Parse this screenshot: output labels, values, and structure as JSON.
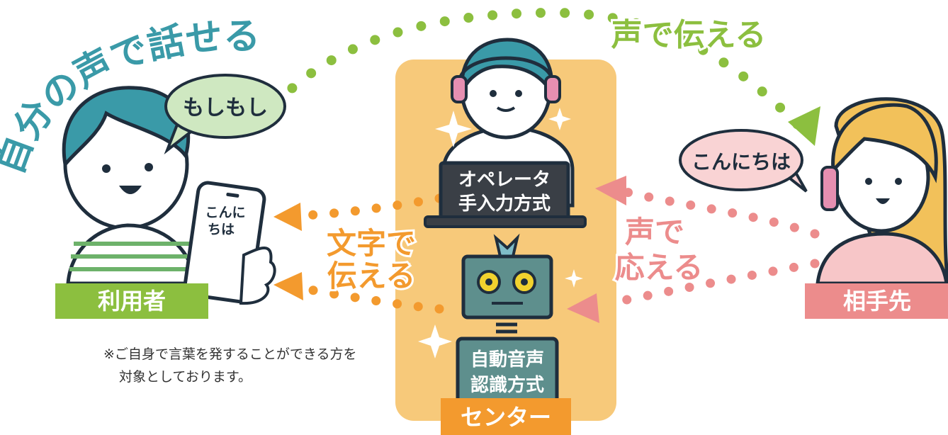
{
  "headline": "自分の声で話せる！",
  "speech": {
    "user": "もしもし",
    "partner": "こんにちは",
    "phone_screen_1": "こんに",
    "phone_screen_2": "ちは"
  },
  "arrows": {
    "voice_to_partner": "声で伝える",
    "text_to_user_1": "文字で",
    "text_to_user_2": "伝える",
    "voice_reply_1": "声で",
    "voice_reply_2": "応える"
  },
  "center": {
    "operator_1": "オペレータ",
    "operator_2": "手入力方式",
    "auto_1": "自動音声",
    "auto_2": "認識方式",
    "label": "センター"
  },
  "labels": {
    "user": "利用者",
    "partner": "相手先"
  },
  "note": {
    "line1": "※ご自身で言葉を発することができる方を",
    "line2": "対象としております。"
  },
  "colors": {
    "green": "#8cbf3f",
    "orange": "#f39a2e",
    "pink": "#ec8c8c",
    "center_bg": "#f7c97a",
    "teal": "#3a9aa8",
    "dark": "#1f2e3d"
  }
}
